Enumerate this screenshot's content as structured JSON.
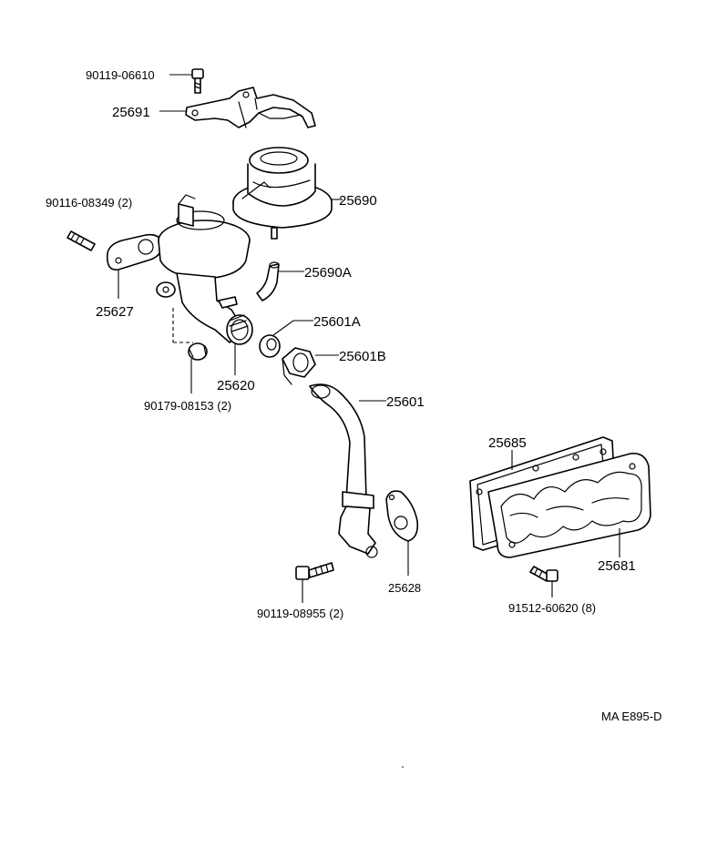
{
  "diagram_code": "MA  E895-D",
  "labels": {
    "bolt_top": "90119-06610",
    "bracket": "25691",
    "egr_valve": "25690",
    "stud": "90116-08349 (2)",
    "hose": "25690A",
    "gasket_valve": "25627",
    "nut_a": "25601A",
    "nut_b": "25601B",
    "elbow": "25620",
    "pipe": "25601",
    "plug": "90179-08153 (2)",
    "gasket_cover": "25685",
    "cover": "25681",
    "gasket_pipe": "25628",
    "bolt_bottom": "90119-08955 (2)",
    "bolt_cover": "91512-60620 (8)"
  }
}
